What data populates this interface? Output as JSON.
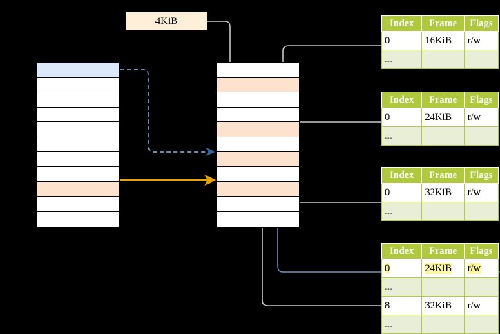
{
  "diagram": {
    "title_label": "4KiB",
    "colors": {
      "header_green": "#b0c83c",
      "ellipsis_row": "#e9eed6",
      "highlight_yellow": "#fff89a",
      "peach_row": "#fde3cd",
      "blue_row": "#dce9fa",
      "size_label_bg": "#fdefd8",
      "orange_arrow": "#e8a200",
      "blue_arrow": "#7a9fc9",
      "gray_arrow": "#c9c9c9"
    }
  },
  "virtual_column": {
    "name": "virtual-address-space",
    "row_count": 11,
    "rows": [
      {
        "fill": "blue",
        "label": ""
      },
      {
        "fill": "white",
        "label": ""
      },
      {
        "fill": "white",
        "label": ""
      },
      {
        "fill": "white",
        "label": ""
      },
      {
        "fill": "white",
        "label": ""
      },
      {
        "fill": "white",
        "label": ""
      },
      {
        "fill": "white",
        "label": ""
      },
      {
        "fill": "white",
        "label": ""
      },
      {
        "fill": "peach",
        "label": ""
      },
      {
        "fill": "white",
        "label": ""
      },
      {
        "fill": "white",
        "label": ""
      }
    ]
  },
  "physical_column": {
    "name": "physical-memory",
    "row_count": 11,
    "rows": [
      {
        "fill": "white",
        "label": ""
      },
      {
        "fill": "peach",
        "label": ""
      },
      {
        "fill": "white",
        "label": ""
      },
      {
        "fill": "white",
        "label": ""
      },
      {
        "fill": "peach",
        "label": ""
      },
      {
        "fill": "white",
        "label": ""
      },
      {
        "fill": "peach",
        "label": ""
      },
      {
        "fill": "white",
        "label": ""
      },
      {
        "fill": "peach",
        "label": ""
      },
      {
        "fill": "white",
        "label": ""
      },
      {
        "fill": "white",
        "label": ""
      }
    ]
  },
  "page_tables": [
    {
      "name": "page-table-1",
      "headers": [
        "Index",
        "Frame",
        "Flags"
      ],
      "rows": [
        {
          "kind": "data",
          "index": "0",
          "frame": "16KiB",
          "flags": "r/w",
          "highlight": false
        },
        {
          "kind": "ellipsis",
          "index": "...",
          "frame": "",
          "flags": "",
          "highlight": false
        }
      ]
    },
    {
      "name": "page-table-2",
      "headers": [
        "Index",
        "Frame",
        "Flags"
      ],
      "rows": [
        {
          "kind": "data",
          "index": "0",
          "frame": "24KiB",
          "flags": "r/w",
          "highlight": false
        },
        {
          "kind": "ellipsis",
          "index": "...",
          "frame": "",
          "flags": "",
          "highlight": false
        }
      ]
    },
    {
      "name": "page-table-3",
      "headers": [
        "Index",
        "Frame",
        "Flags"
      ],
      "rows": [
        {
          "kind": "data",
          "index": "0",
          "frame": "32KiB",
          "flags": "r/w",
          "highlight": false
        },
        {
          "kind": "ellipsis",
          "index": "...",
          "frame": "",
          "flags": "",
          "highlight": false
        }
      ]
    },
    {
      "name": "page-table-4",
      "headers": [
        "Index",
        "Frame",
        "Flags"
      ],
      "rows": [
        {
          "kind": "data",
          "index": "0",
          "frame": "24KiB",
          "flags": "r/w",
          "highlight": true
        },
        {
          "kind": "ellipsis",
          "index": "...",
          "frame": "",
          "flags": "",
          "highlight": false
        },
        {
          "kind": "data",
          "index": "8",
          "frame": "32KiB",
          "flags": "r/w",
          "highlight": false
        },
        {
          "kind": "ellipsis",
          "index": "...",
          "frame": "",
          "flags": "",
          "highlight": false
        }
      ]
    }
  ]
}
